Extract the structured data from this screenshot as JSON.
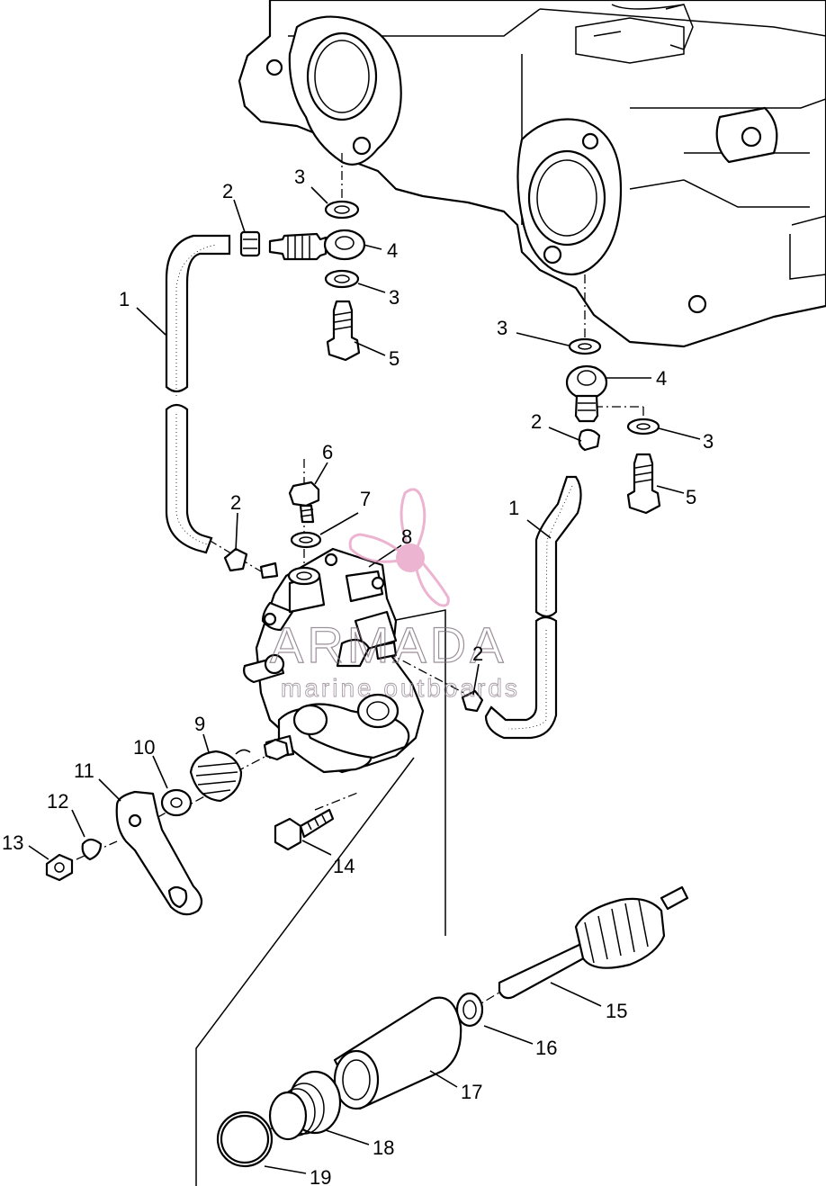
{
  "diagram": {
    "callouts": [
      {
        "id": "c1a",
        "label": "1"
      },
      {
        "id": "c1b",
        "label": "1"
      },
      {
        "id": "c2a",
        "label": "2"
      },
      {
        "id": "c2b",
        "label": "2"
      },
      {
        "id": "c2c",
        "label": "2"
      },
      {
        "id": "c2d",
        "label": "2"
      },
      {
        "id": "c3a",
        "label": "3"
      },
      {
        "id": "c3b",
        "label": "3"
      },
      {
        "id": "c3c",
        "label": "3"
      },
      {
        "id": "c3d",
        "label": "3"
      },
      {
        "id": "c4a",
        "label": "4"
      },
      {
        "id": "c4b",
        "label": "4"
      },
      {
        "id": "c5a",
        "label": "5"
      },
      {
        "id": "c5b",
        "label": "5"
      },
      {
        "id": "c6",
        "label": "6"
      },
      {
        "id": "c7",
        "label": "7"
      },
      {
        "id": "c8",
        "label": "8"
      },
      {
        "id": "c9",
        "label": "9"
      },
      {
        "id": "c10",
        "label": "10"
      },
      {
        "id": "c11",
        "label": "11"
      },
      {
        "id": "c12",
        "label": "12"
      },
      {
        "id": "c13",
        "label": "13"
      },
      {
        "id": "c14",
        "label": "14"
      },
      {
        "id": "c15",
        "label": "15"
      },
      {
        "id": "c16",
        "label": "16"
      },
      {
        "id": "c17",
        "label": "17"
      },
      {
        "id": "c18",
        "label": "18"
      },
      {
        "id": "c19",
        "label": "19"
      }
    ]
  },
  "watermark": {
    "brand": "ARMADA",
    "tagline": "marine outboards",
    "accent_color": "#e79cc2"
  }
}
